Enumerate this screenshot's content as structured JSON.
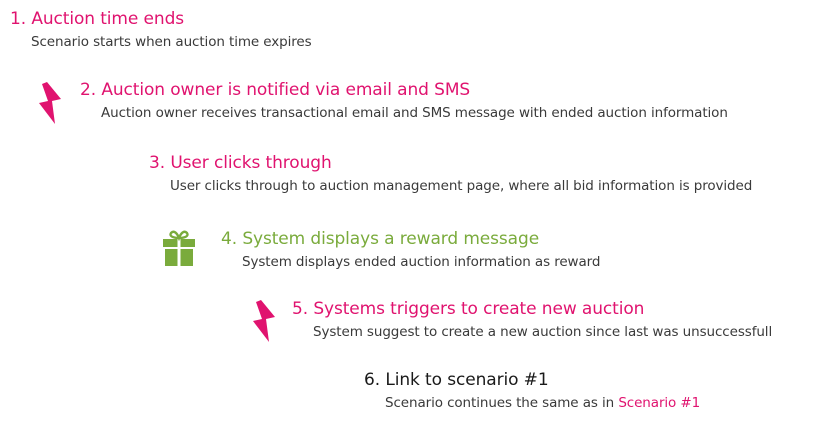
{
  "steps": [
    {
      "title": "1. Auction time ends",
      "description": "Scenario starts when auction time expires"
    },
    {
      "title": "2. Auction owner is notified via email and SMS",
      "description": "Auction owner receives transactional email and SMS message with ended auction information",
      "icon": "lightning-bolt-icon"
    },
    {
      "title": "3. User clicks through",
      "description": "User clicks through to auction management page, where all bid information is provided"
    },
    {
      "title": "4. System displays a reward message",
      "description": "System displays ended auction information as reward",
      "icon": "gift-icon"
    },
    {
      "title": "5. Systems triggers to create new auction",
      "description": "System suggest to create a new auction since last was unsuccessfull",
      "icon": "lightning-bolt-icon"
    },
    {
      "title": "6. Link to scenario #1",
      "description_prefix": "Scenario continues the same as in ",
      "link_text": "Scenario #1"
    }
  ],
  "colors": {
    "pink": "#e0136f",
    "green": "#7aab3c",
    "dark": "#1a1a1a",
    "text": "#3a3a3a"
  }
}
